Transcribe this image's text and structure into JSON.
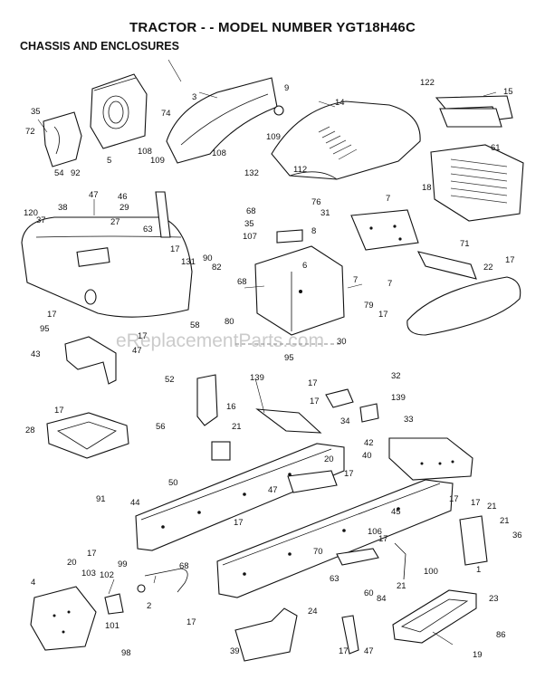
{
  "title": "TRACTOR - - MODEL NUMBER YGT18H46C",
  "subtitle": "CHASSIS AND ENCLOSURES",
  "watermark": "eReplacementParts.com",
  "labels": [
    "35",
    "72",
    "54",
    "92",
    "5",
    "74",
    "108",
    "109",
    "3",
    "9",
    "14",
    "122",
    "15",
    "61",
    "108",
    "132",
    "109",
    "112",
    "18",
    "47",
    "120",
    "37",
    "38",
    "46",
    "29",
    "27",
    "63",
    "17",
    "131",
    "68",
    "35",
    "107",
    "76",
    "31",
    "8",
    "7",
    "71",
    "22",
    "17",
    "90",
    "82",
    "6",
    "7",
    "68",
    "7",
    "80",
    "79",
    "17",
    "30",
    "95",
    "17",
    "95",
    "17",
    "47",
    "58",
    "43",
    "52",
    "139",
    "17",
    "32",
    "17",
    "139",
    "33",
    "34",
    "16",
    "21",
    "28",
    "17",
    "56",
    "50",
    "42",
    "40",
    "20",
    "17",
    "47",
    "91",
    "44",
    "17",
    "21",
    "17",
    "21",
    "36",
    "1",
    "17",
    "45",
    "17",
    "106",
    "70",
    "63",
    "60",
    "84",
    "21",
    "100",
    "99",
    "68",
    "103",
    "102",
    "2",
    "4",
    "101",
    "17",
    "24",
    "23",
    "86",
    "98",
    "39",
    "17",
    "47",
    "19",
    "20",
    "17"
  ]
}
